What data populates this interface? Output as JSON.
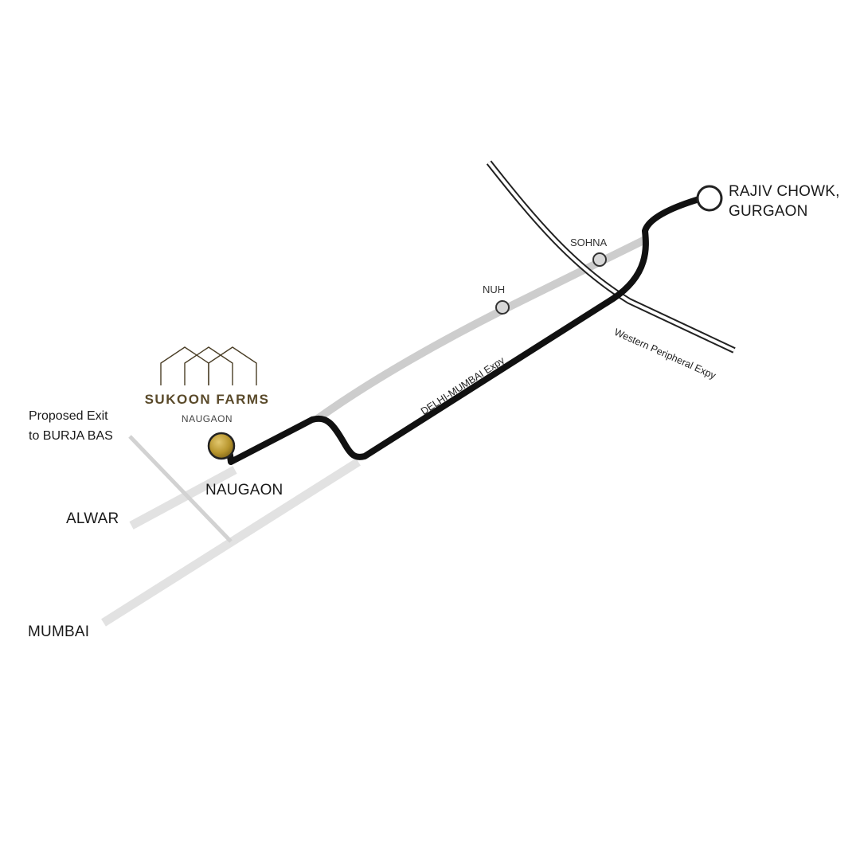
{
  "brand": {
    "name": "SUKOON FARMS",
    "location": "NAUGAON",
    "logo_icon": "house-roofs-icon",
    "marker_color": "#b8962e"
  },
  "places": {
    "destination": [
      "RAJIV CHOWK,",
      "GURGAON"
    ],
    "sohna": "SOHNA",
    "nuh": "NUH",
    "naugaon": "NAUGAON",
    "alwar": "ALWAR",
    "mumbai": "MUMBAI",
    "proposed_exit": [
      "Proposed Exit",
      "to BURJA BAS"
    ]
  },
  "roads": {
    "delhi_mumbai": "DELHI-MUMBAI Expy",
    "western_peripheral": "Western Peripheral Expy"
  },
  "colors": {
    "route": "#111111",
    "secondary_road": "#c9c9c9",
    "light_road": "#e2e2e2",
    "expressway_outline": "#222222"
  }
}
